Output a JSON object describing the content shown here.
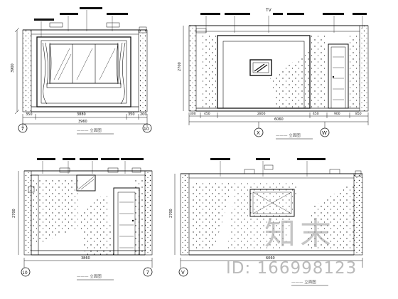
{
  "watermark": {
    "logo_text": "知末",
    "id_text": "ID: 166998123"
  },
  "panels": {
    "p1": {
      "title": "——— 立面图",
      "dims_bottom": [
        "350",
        "3880",
        "350",
        "200"
      ],
      "dim_total": "3960",
      "dim_left": "3900",
      "axis_left": "7",
      "axis_right": "10"
    },
    "p2": {
      "title": "——— 立面图",
      "tv_label": "TV",
      "dims_bottom": [
        "300",
        "450",
        "2800",
        "450",
        "900",
        "850"
      ],
      "dim_total": "6060",
      "dim_left": "2700",
      "axis_left": "X",
      "axis_right": "W"
    },
    "p3": {
      "title": "——— 立面图",
      "dims_bottom": [
        "3860"
      ],
      "dim_left": "2700",
      "axis_left": "10",
      "axis_right": "7"
    },
    "p4": {
      "title": "——— 立面图",
      "dims_bottom": [
        "6060"
      ],
      "dim_left": "2700",
      "axis_left": "V",
      "axis_right": ""
    }
  }
}
